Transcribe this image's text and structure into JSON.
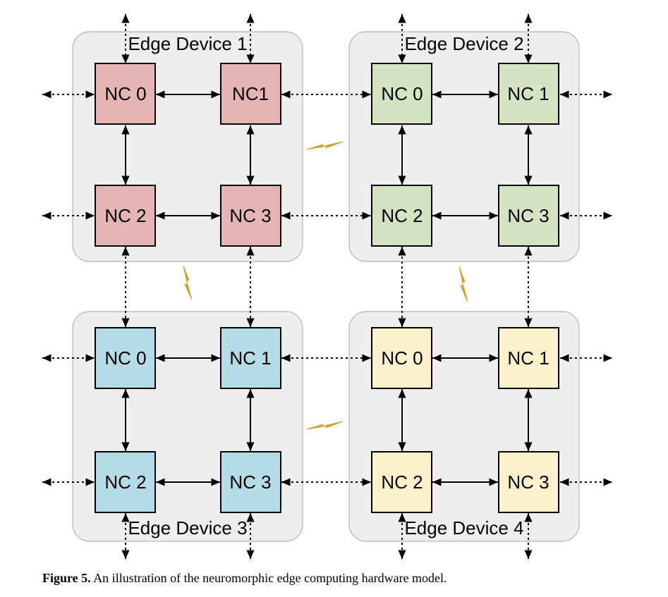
{
  "devices": [
    {
      "label": "Edge Device 1",
      "fill": "#e5b5b5",
      "nodes": [
        "NC 0",
        "NC1",
        "NC 2",
        "NC 3"
      ]
    },
    {
      "label": "Edge Device 2",
      "fill": "#d5e3c3",
      "nodes": [
        "NC 0",
        "NC 1",
        "NC 2",
        "NC 3"
      ]
    },
    {
      "label": "Edge Device 3",
      "fill": "#b5dbe7",
      "nodes": [
        "NC 0",
        "NC 1",
        "NC 2",
        "NC 3"
      ]
    },
    {
      "label": "Edge Device 4",
      "fill": "#fdf1cd",
      "nodes": [
        "NC 0",
        "NC 1",
        "NC 2",
        "NC 3"
      ]
    }
  ],
  "colors": {
    "device_background": "#eeeeee",
    "device_border": "#b3b3b3",
    "node_border": "#000000",
    "wireless_icon": "#c9a227"
  },
  "icons": {
    "wireless": "lightning-bolt-icon"
  },
  "caption": {
    "label": "Figure 5.",
    "text": "An illustration of the neuromorphic edge computing hardware model."
  }
}
